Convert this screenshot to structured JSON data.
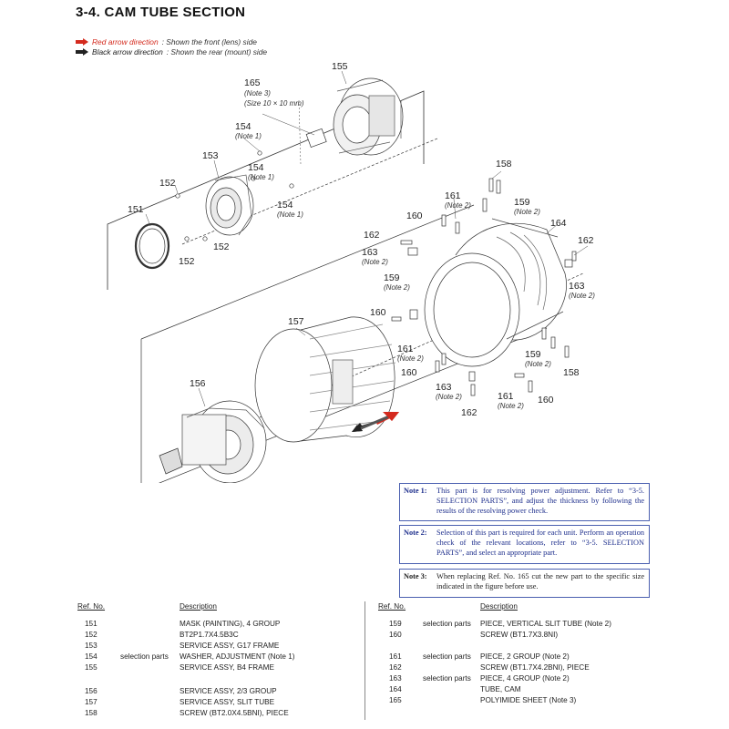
{
  "title": "3-4.  CAM TUBE SECTION",
  "legend": {
    "red_label": "Red arrow direction",
    "red_desc": ": Shown the front (lens) side",
    "black_label": "Black arrow direction",
    "black_desc": ": Shown the rear (mount) side",
    "red_color": "#d42a1e",
    "black_color": "#222222"
  },
  "callouts": {
    "p165": "165",
    "p165_note": "(Note 3)",
    "p165_size": "(Size 10 × 10 mm)",
    "p155": "155",
    "p154a": "154",
    "p154a_note": "(Note 1)",
    "p154b": "154",
    "p154b_note": "(Note 1)",
    "p154c": "154",
    "p154c_note": "(Note 1)",
    "p153": "153",
    "p152a": "152",
    "p152b": "152",
    "p152c": "152",
    "p151": "151",
    "p158a": "158",
    "p158b": "158",
    "p161a": "161",
    "p161a_note": "(Note 2)",
    "p161b": "161",
    "p161b_note": "(Note 2)",
    "p161c": "161",
    "p161c_note": "(Note 2)",
    "p159a": "159",
    "p159a_note": "(Note 2)",
    "p159b": "159",
    "p159b_note": "(Note 2)",
    "p159c": "159",
    "p159c_note": "(Note 2)",
    "p160a": "160",
    "p160b": "160",
    "p160c": "160",
    "p164": "164",
    "p162a": "162",
    "p162b": "162",
    "p162c": "162",
    "p163a": "163",
    "p163a_note": "(Note 2)",
    "p163b": "163",
    "p163b_note": "(Note 2)",
    "p163c": "163",
    "p163c_note": "(Note 2)",
    "p157": "157",
    "p156": "156"
  },
  "notes": [
    {
      "key": "Note 1:",
      "text": "This part is for resolving power adjustment. Refer to “3-5. SELECTION PARTS”, and adjust the thickness by following the results of the resolving power check."
    },
    {
      "key": "Note 2:",
      "text": "Selection of this part is required for each unit. Perform an operation check of the relevant locations, refer to “3-5. SELECTION PARTS”, and select an appropriate part."
    },
    {
      "key": "Note 3:",
      "text": "When replacing Ref. No. 165 cut the new part to the specific size indicated in the figure before use."
    }
  ],
  "parts_table": {
    "col_ref": "Ref. No.",
    "col_desc": "Description",
    "left_rows": [
      {
        "ref": "151",
        "remark": "",
        "desc": "MASK (PAINTING), 4 GROUP"
      },
      {
        "ref": "152",
        "remark": "",
        "desc": "BT2P1.7X4.5B3C"
      },
      {
        "ref": "153",
        "remark": "",
        "desc": "SERVICE ASSY, G17 FRAME"
      },
      {
        "ref": "154",
        "remark": "selection parts",
        "desc": "WASHER, ADJUSTMENT (Note 1)"
      },
      {
        "ref": "155",
        "remark": "",
        "desc": "SERVICE ASSY, B4 FRAME"
      },
      {
        "ref": "156",
        "remark": "",
        "desc": "SERVICE ASSY, 2/3 GROUP"
      },
      {
        "ref": "157",
        "remark": "",
        "desc": "SERVICE ASSY, SLIT TUBE"
      },
      {
        "ref": "158",
        "remark": "",
        "desc": "SCREW (BT2.0X4.5BNI), PIECE"
      }
    ],
    "right_rows": [
      {
        "ref": "159",
        "remark": "selection parts",
        "desc": "PIECE, VERTICAL SLIT TUBE (Note 2)"
      },
      {
        "ref": "160",
        "remark": "",
        "desc": "SCREW (BT1.7X3.8NI)"
      },
      {
        "ref": "161",
        "remark": "selection parts",
        "desc": "PIECE, 2 GROUP (Note 2)"
      },
      {
        "ref": "162",
        "remark": "",
        "desc": "SCREW (BT1.7X4.2BNI), PIECE"
      },
      {
        "ref": "163",
        "remark": "selection parts",
        "desc": "PIECE, 4 GROUP (Note 2)"
      },
      {
        "ref": "164",
        "remark": "",
        "desc": "TUBE, CAM"
      },
      {
        "ref": "165",
        "remark": "",
        "desc": "POLYIMIDE SHEET (Note 3)"
      }
    ]
  }
}
